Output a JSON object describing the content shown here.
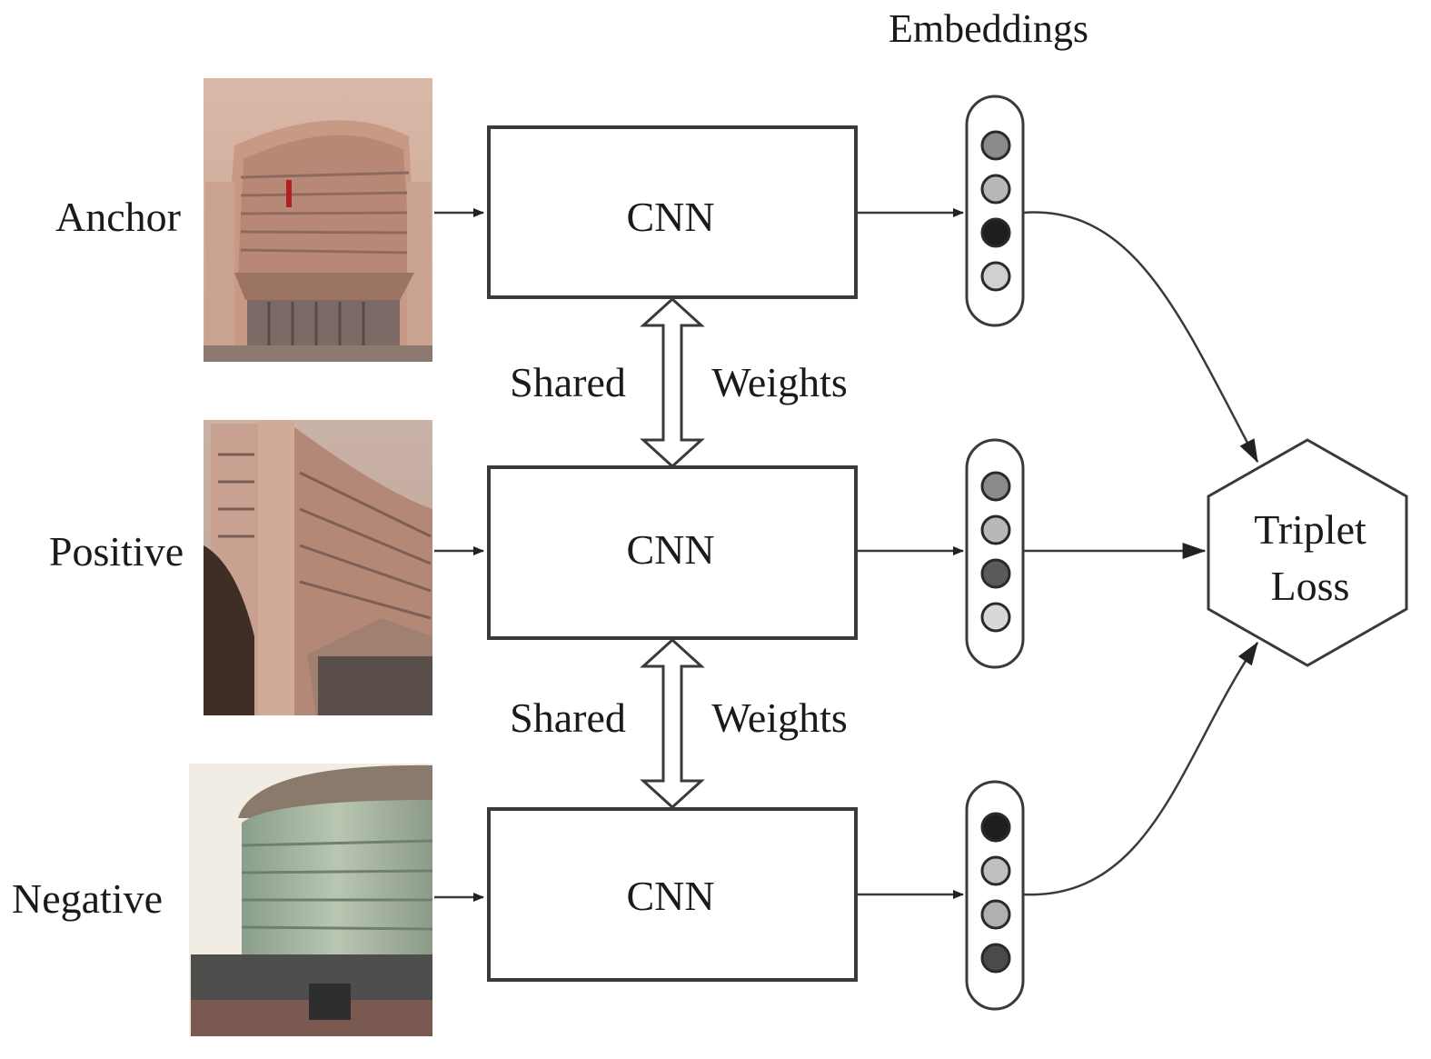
{
  "title": "Embeddings",
  "inputs": [
    {
      "label": "Anchor",
      "photo": "building-photo-anchor"
    },
    {
      "label": "Positive",
      "photo": "building-photo-positive"
    },
    {
      "label": "Negative",
      "photo": "building-photo-negative"
    }
  ],
  "cnn_label": "CNN",
  "shared": [
    {
      "left": "Shared",
      "right": "Weights"
    },
    {
      "left": "Shared",
      "right": "Weights"
    }
  ],
  "embedding_dot_shades": [
    [
      "#8a8a8a",
      "#b8b8b8",
      "#1e1e1e",
      "#d0d0d0"
    ],
    [
      "#8a8a8a",
      "#b8b8b8",
      "#5a5a5a",
      "#d8d8d8"
    ],
    [
      "#1e1e1e",
      "#c0c0c0",
      "#b0b0b0",
      "#4a4a4a"
    ]
  ],
  "loss": {
    "line1": "Triplet",
    "line2": "Loss"
  },
  "colors": {
    "stroke": "#3a3a3a",
    "text": "#1a1a1a"
  }
}
